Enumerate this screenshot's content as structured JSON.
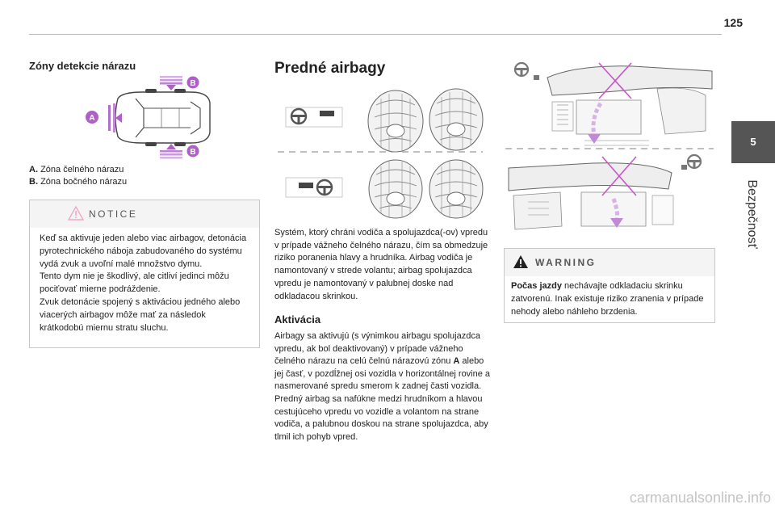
{
  "page": {
    "number": "125",
    "chapter_number": "5",
    "chapter_title": "Bezpečnosť"
  },
  "crash_zones": {
    "title": "Zóny detekcie nárazu",
    "zone_markers": {
      "a": "A",
      "b": "B"
    },
    "legend": [
      {
        "key": "A.",
        "text": "Zóna čelného nárazu"
      },
      {
        "key": "B.",
        "text": "Zóna bočného nárazu"
      }
    ],
    "accent_color": "#b05fc8"
  },
  "notice": {
    "title": "NOTICE",
    "paragraphs": [
      "Keď sa aktivuje jeden alebo viac airbagov, detonácia pyrotechnického náboja zabudovaného do systému vydá zvuk a uvoľní malé množstvo dymu.",
      "Tento dym nie je škodlivý, ale citliví jedinci môžu pociťovať mierne podráždenie.",
      "Zvuk detonácie spojený s aktiváciou jedného alebo viacerých airbagov môže mať za následok krátkodobú miernu stratu sluchu."
    ]
  },
  "front_airbags": {
    "title": "Predné airbagy",
    "description": "Systém, ktorý chráni vodiča a spolujazdca(-ov) vpredu v prípade vážneho čelného nárazu, čím sa obmedzuje riziko poranenia hlavy a hrudníka. Airbag vodiča je namontovaný v strede volantu; airbag spolujazdca vpredu je namontovaný v palubnej doske nad odkladacou skrinkou.",
    "activation": {
      "title": "Aktivácia",
      "paragraph_1_before_zone": "Airbagy sa aktivujú (s výnimkou airbagu spolujazdca vpredu, ak bol deaktivovaný) v prípade vážneho čelného nárazu na celú čelnú nárazovú zónu ",
      "paragraph_1_zone": "A",
      "paragraph_1_after_zone": " alebo jej časť, v pozdĺžnej osi vozidla v horizontálnej rovine a nasmerované spredu smerom k zadnej časti vozidla.",
      "paragraph_2": "Predný airbag sa nafúkne medzi hrudníkom a hlavou cestujúceho vpredu vo vozidle a volantom na strane vodiča, a palubnou doskou na strane spolujazdca, aby tlmil ich pohyb vpred."
    }
  },
  "warning": {
    "title": "WARNING",
    "bold_lead": "Počas jazdy",
    "text": " nechávajte odkladaciu skrinku zatvorenú. Inak existuje riziko zranenia v prípade nehody alebo náhleho brzdenia.",
    "accent_color": "#d43a7a",
    "cross_color": "#c955c9"
  },
  "watermark": "carmanualsonline.info"
}
